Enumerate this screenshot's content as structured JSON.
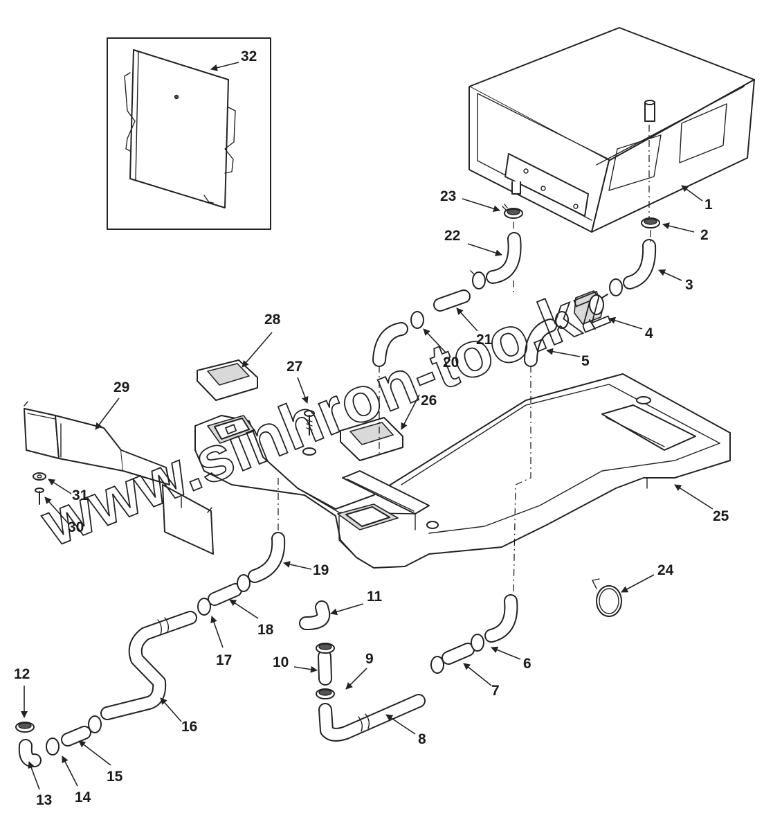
{
  "watermark": "www.sinhron-too.kz",
  "callouts": {
    "c1": "1",
    "c2": "2",
    "c3": "3",
    "c4": "4",
    "c5": "5",
    "c6": "6",
    "c7": "7",
    "c8": "8",
    "c9": "9",
    "c10": "10",
    "c11": "11",
    "c12": "12",
    "c13": "13",
    "c14": "14",
    "c15": "15",
    "c16": "16",
    "c17": "17",
    "c18": "18",
    "c19": "19",
    "c20": "20",
    "c21": "21",
    "c22": "22",
    "c23": "23",
    "c24": "24",
    "c25": "25",
    "c26": "26",
    "c27": "27",
    "c28": "28",
    "c29": "29",
    "c30": "30",
    "c31": "31",
    "c32": "32"
  }
}
